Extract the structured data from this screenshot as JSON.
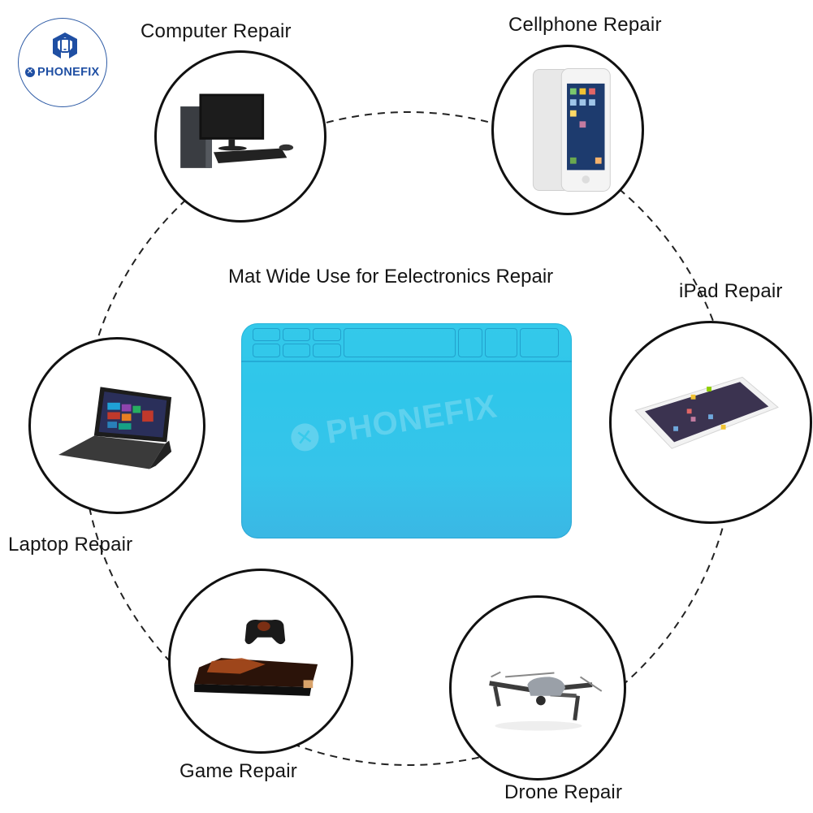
{
  "brand": {
    "name": "PHONEFIX",
    "accent_color": "#1f4fa3",
    "logo_icon": "wrench-phone-icon"
  },
  "center": {
    "title": "Mat Wide Use for Eelectronics Repair",
    "product": "silicone-repair-mat",
    "mat_color": "#34c9ea",
    "watermark": "PHONEFIX"
  },
  "categories": [
    {
      "id": "computer",
      "label": "Computer Repair",
      "icon": "desktop-computer-icon"
    },
    {
      "id": "cellphone",
      "label": "Cellphone Repair",
      "icon": "smartphone-icon"
    },
    {
      "id": "ipad",
      "label": "iPad Repair",
      "icon": "tablet-icon"
    },
    {
      "id": "laptop",
      "label": "Laptop Repair",
      "icon": "laptop-icon"
    },
    {
      "id": "game",
      "label": "Game Repair",
      "icon": "game-console-icon"
    },
    {
      "id": "drone",
      "label": "Drone Repair",
      "icon": "drone-icon"
    }
  ]
}
